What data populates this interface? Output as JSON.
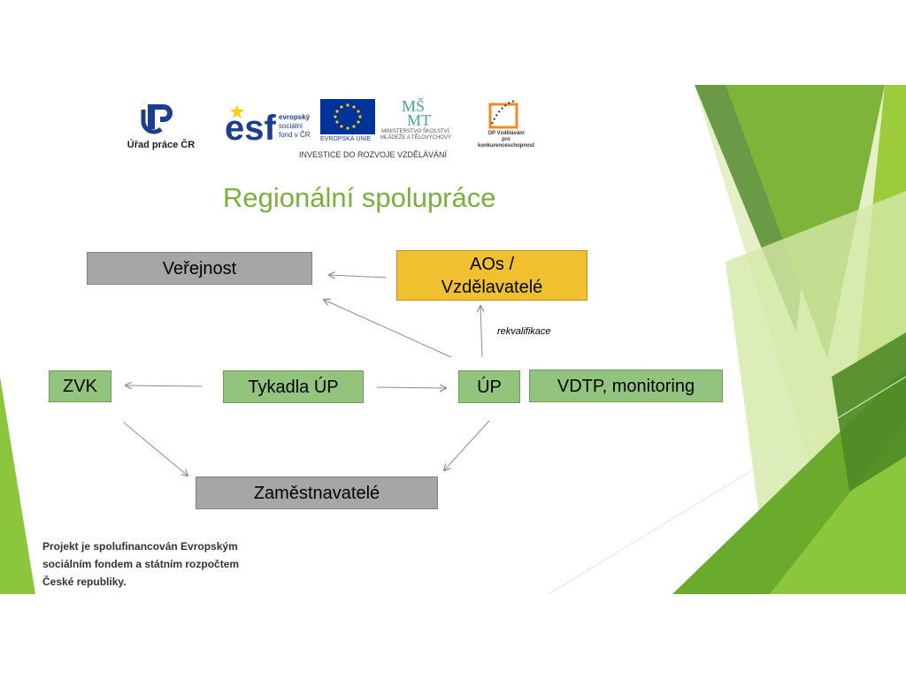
{
  "logos": {
    "up_caption": "Úřad práce ČR",
    "esf_line1": "evropský",
    "esf_line2": "sociální",
    "esf_line3": "fond v ČR",
    "eu_caption": "EVROPSKÁ UNIE",
    "msmt_line1": "MINISTERSTVO ŠKOLSTVÍ,",
    "msmt_line2": "MLÁDEŽE A TĚLOVÝCHOVY",
    "op_line1": "OP Vzdělávání",
    "op_line2": "pro konkurenceschopnost",
    "investice": "INVESTICE DO ROZVOJE VZDĚLÁVÁNÍ"
  },
  "title": "Regionální spolupráce",
  "nodes": {
    "verejnost": "Veřejnost",
    "aos_line1": "AOs /",
    "aos_line2": "Vzdělavatelé",
    "zvk": "ZVK",
    "tykadla": "Tykadla ÚP",
    "up": "ÚP",
    "vdtp": "VDTP, monitoring",
    "zamestnavatele": "Zaměstnavatelé"
  },
  "edge_labels": {
    "rekvalifikace": "rekvalifikace"
  },
  "footer": {
    "line1": "Projekt je spolufinancován Evropským",
    "line2": "sociálním fondem a státním rozpočtem",
    "line3": "České republiky."
  },
  "colors": {
    "title_green": "#7ab03c",
    "node_gray": "#a6a6a6",
    "node_gold": "#f0c030",
    "node_green": "#93c47d",
    "eu_blue": "#003399",
    "eu_star": "#ffcc00"
  }
}
